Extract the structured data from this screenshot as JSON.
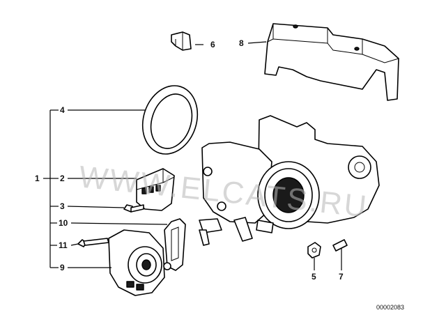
{
  "diagram": {
    "callouts": [
      {
        "id": "1",
        "label": "1"
      },
      {
        "id": "2",
        "label": "2"
      },
      {
        "id": "3",
        "label": "3"
      },
      {
        "id": "4",
        "label": "4"
      },
      {
        "id": "5",
        "label": "5"
      },
      {
        "id": "6",
        "label": "6"
      },
      {
        "id": "7",
        "label": "7"
      },
      {
        "id": "8",
        "label": "8"
      },
      {
        "id": "9",
        "label": "9"
      },
      {
        "id": "10",
        "label": "10"
      },
      {
        "id": "11",
        "label": "11"
      }
    ],
    "watermark": "WWW.ELCATS.RU",
    "reference_number": "00002083"
  }
}
